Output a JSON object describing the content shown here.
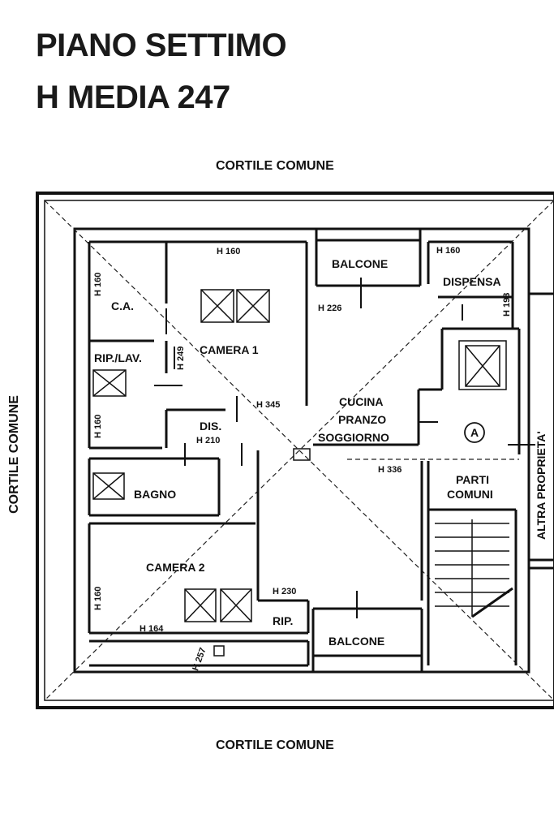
{
  "heading": {
    "line1": "PIANO SETTIMO",
    "line2": "H MEDIA 247"
  },
  "surroundings": {
    "top": "CORTILE COMUNE",
    "bottom": "CORTILE COMUNE",
    "left": "CORTILE COMUNE",
    "right": "ALTRA PROPRIETA'"
  },
  "rooms": {
    "balcone_top": "BALCONE",
    "dispensa": "DISPENSA",
    "ca": "C.A.",
    "camera1": "CAMERA 1",
    "rip_lav": "RIP./LAV.",
    "cucina1": "CUCINA",
    "cucina2": "PRANZO",
    "cucina3": "SOGGIORNO",
    "dis": "DIS.",
    "bagno": "BAGNO",
    "parti1": "PARTI",
    "parti2": "COMUNI",
    "camera2": "CAMERA 2",
    "rip": "RIP.",
    "balcone_bottom": "BALCONE",
    "marker_a": "A"
  },
  "heights": {
    "h160_top": "H 160",
    "h160_right": "H 160",
    "h160_ca": "H 160",
    "h226": "H 226",
    "h193": "H 193",
    "h249": "H 249",
    "h345": "H 345",
    "h210": "H 210",
    "h160_left": "H 160",
    "h336": "H 336",
    "h257": "H 257",
    "h230": "H 230",
    "h160_cam2": "H 160",
    "h164": "H 164"
  }
}
